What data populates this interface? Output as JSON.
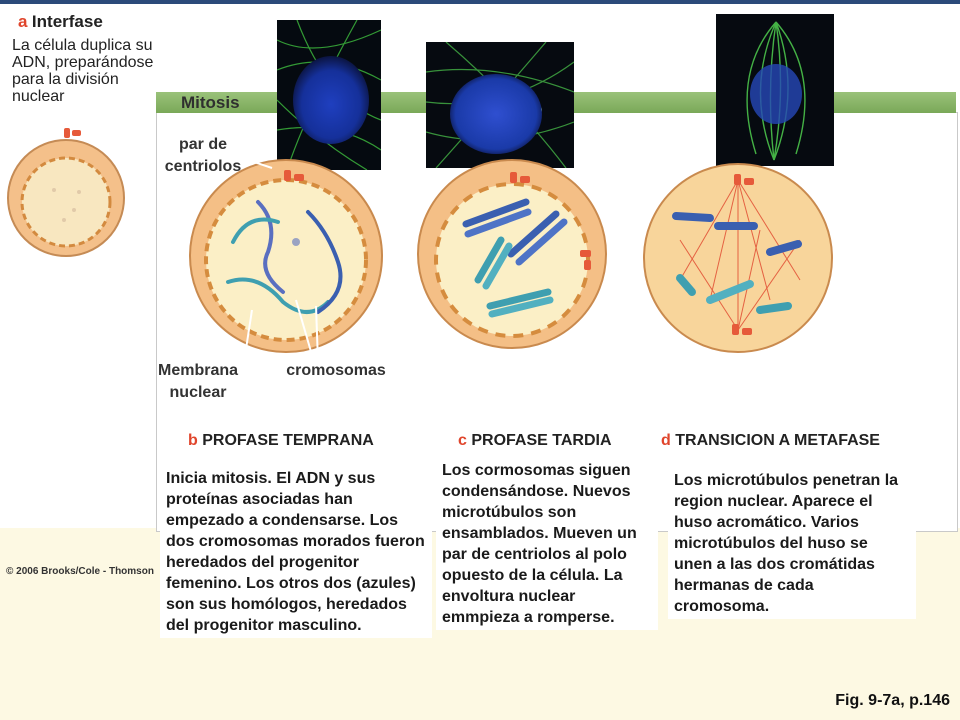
{
  "interfase": {
    "letter": "a",
    "title": "Interfase",
    "description": "La célula duplica su ADN, preparándose para la división nuclear"
  },
  "mitosis_label": "Mitosis",
  "labels": {
    "centrioles": "par de centriolos",
    "nuclear_membrane": "Membrana nuclear",
    "chromosomes": "cromosomas"
  },
  "stages": [
    {
      "letter": "b",
      "title": "PROFASE TEMPRANA",
      "description": "Inicia mitosis. El ADN y sus proteínas asociadas han empezado a condensarse. Los dos cromosomas morados fueron heredados del progenitor femenino. Los otros dos (azules) son sus homólogos, heredados del progenitor masculino."
    },
    {
      "letter": "c",
      "title": "PROFASE TARDIA",
      "description": "Los cormosomas siguen condensándose. Nuevos microtúbulos son ensamblados. Mueven un par de centriolos al polo opuesto de la célula. La envoltura nuclear emmpieza a romperse."
    },
    {
      "letter": "d",
      "title": "TRANSICION A METAFASE",
      "description": "Los microtúbulos penetran la region nuclear. Aparece el huso acromático. Varios microtúbulos del huso se unen a las dos cromátidas hermanas de cada cromosoma."
    }
  ],
  "copyright": "© 2006 Brooks/Cole - Thomson",
  "figure_ref": "Fig. 9-7a, p.146",
  "colors": {
    "accent_red": "#e0452c",
    "mitosis_bar": "#8cb86a",
    "cell_outer": "#f1b87a",
    "cell_inner": "#fbefc6",
    "chromosome_blue": "#3a5fb0",
    "chromosome_teal": "#3f9fb0",
    "centriole": "#e65a3a"
  }
}
